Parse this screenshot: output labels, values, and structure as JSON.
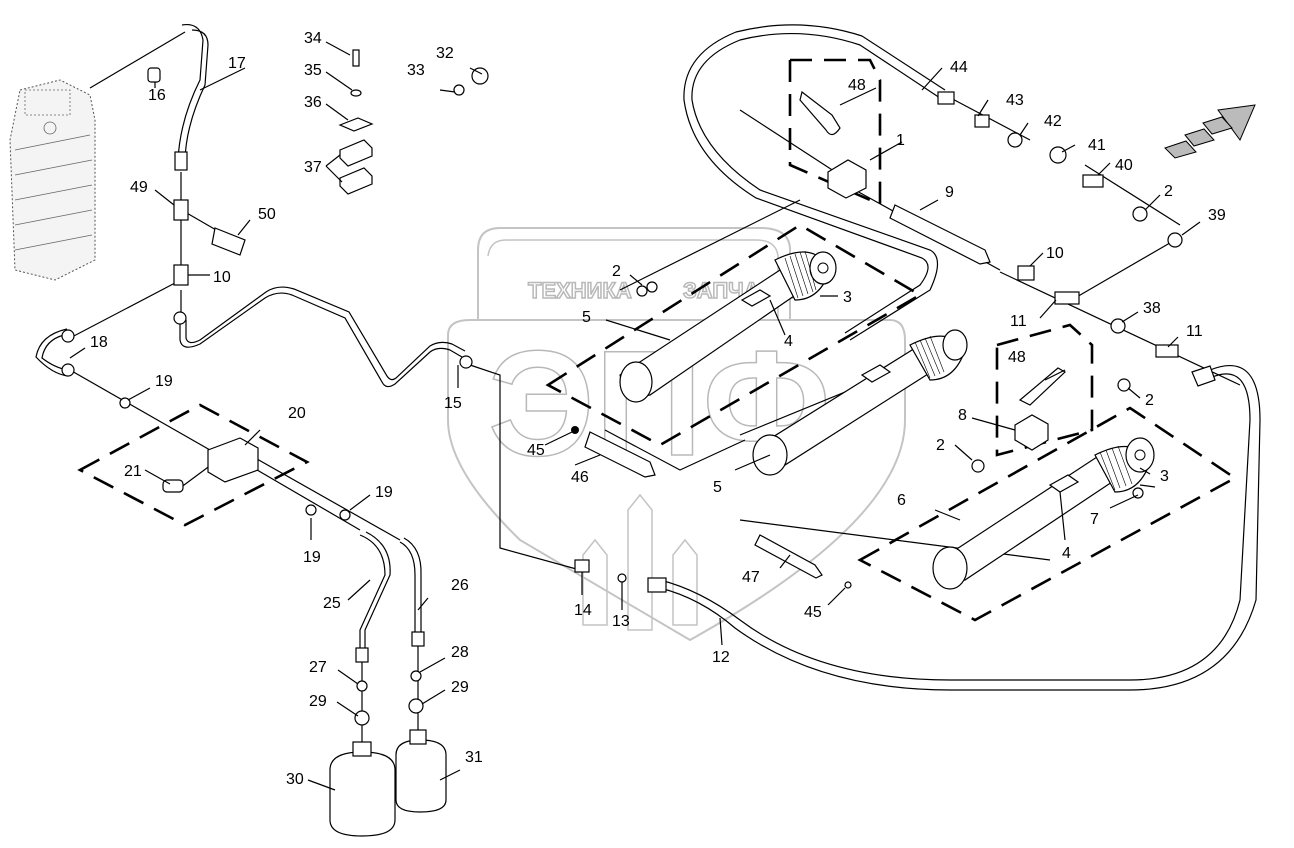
{
  "diagram": {
    "title": "Hydraulic system exploded parts diagram",
    "watermark": {
      "text": "ТЕХНИКА И ЗАПЧАСТИ",
      "text_left": "ТЕХНИКА",
      "text_right": "ЗАПЧАСТИ",
      "logo_letters": "ЭПФ",
      "color": "#b8b8b8"
    },
    "callouts": [
      {
        "id": "c1",
        "label": "1"
      },
      {
        "id": "c2a",
        "label": "2"
      },
      {
        "id": "c2b",
        "label": "2"
      },
      {
        "id": "c2c",
        "label": "2"
      },
      {
        "id": "c2d",
        "label": "2"
      },
      {
        "id": "c3a",
        "label": "3"
      },
      {
        "id": "c3b",
        "label": "3"
      },
      {
        "id": "c4a",
        "label": "4"
      },
      {
        "id": "c4b",
        "label": "4"
      },
      {
        "id": "c5a",
        "label": "5"
      },
      {
        "id": "c5b",
        "label": "5"
      },
      {
        "id": "c6",
        "label": "6"
      },
      {
        "id": "c7",
        "label": "7"
      },
      {
        "id": "c8",
        "label": "8"
      },
      {
        "id": "c9",
        "label": "9"
      },
      {
        "id": "c10a",
        "label": "10"
      },
      {
        "id": "c10b",
        "label": "10"
      },
      {
        "id": "c11a",
        "label": "11"
      },
      {
        "id": "c11b",
        "label": "11"
      },
      {
        "id": "c12",
        "label": "12"
      },
      {
        "id": "c13",
        "label": "13"
      },
      {
        "id": "c14",
        "label": "14"
      },
      {
        "id": "c15",
        "label": "15"
      },
      {
        "id": "c16",
        "label": "16"
      },
      {
        "id": "c17",
        "label": "17"
      },
      {
        "id": "c18",
        "label": "18"
      },
      {
        "id": "c19a",
        "label": "19"
      },
      {
        "id": "c19b",
        "label": "19"
      },
      {
        "id": "c19c",
        "label": "19"
      },
      {
        "id": "c20",
        "label": "20"
      },
      {
        "id": "c21",
        "label": "21"
      },
      {
        "id": "c25",
        "label": "25"
      },
      {
        "id": "c26",
        "label": "26"
      },
      {
        "id": "c27",
        "label": "27"
      },
      {
        "id": "c28",
        "label": "28"
      },
      {
        "id": "c29a",
        "label": "29"
      },
      {
        "id": "c29b",
        "label": "29"
      },
      {
        "id": "c30",
        "label": "30"
      },
      {
        "id": "c31",
        "label": "31"
      },
      {
        "id": "c32",
        "label": "32"
      },
      {
        "id": "c33",
        "label": "33"
      },
      {
        "id": "c34",
        "label": "34"
      },
      {
        "id": "c35",
        "label": "35"
      },
      {
        "id": "c36",
        "label": "36"
      },
      {
        "id": "c37",
        "label": "37"
      },
      {
        "id": "c38",
        "label": "38"
      },
      {
        "id": "c39",
        "label": "39"
      },
      {
        "id": "c40",
        "label": "40"
      },
      {
        "id": "c41",
        "label": "41"
      },
      {
        "id": "c42",
        "label": "42"
      },
      {
        "id": "c43",
        "label": "43"
      },
      {
        "id": "c44",
        "label": "44"
      },
      {
        "id": "c45a",
        "label": "45"
      },
      {
        "id": "c45b",
        "label": "45"
      },
      {
        "id": "c46",
        "label": "46"
      },
      {
        "id": "c47",
        "label": "47"
      },
      {
        "id": "c48a",
        "label": "48"
      },
      {
        "id": "c48b",
        "label": "48"
      },
      {
        "id": "c49",
        "label": "49"
      },
      {
        "id": "c50",
        "label": "50"
      }
    ]
  }
}
